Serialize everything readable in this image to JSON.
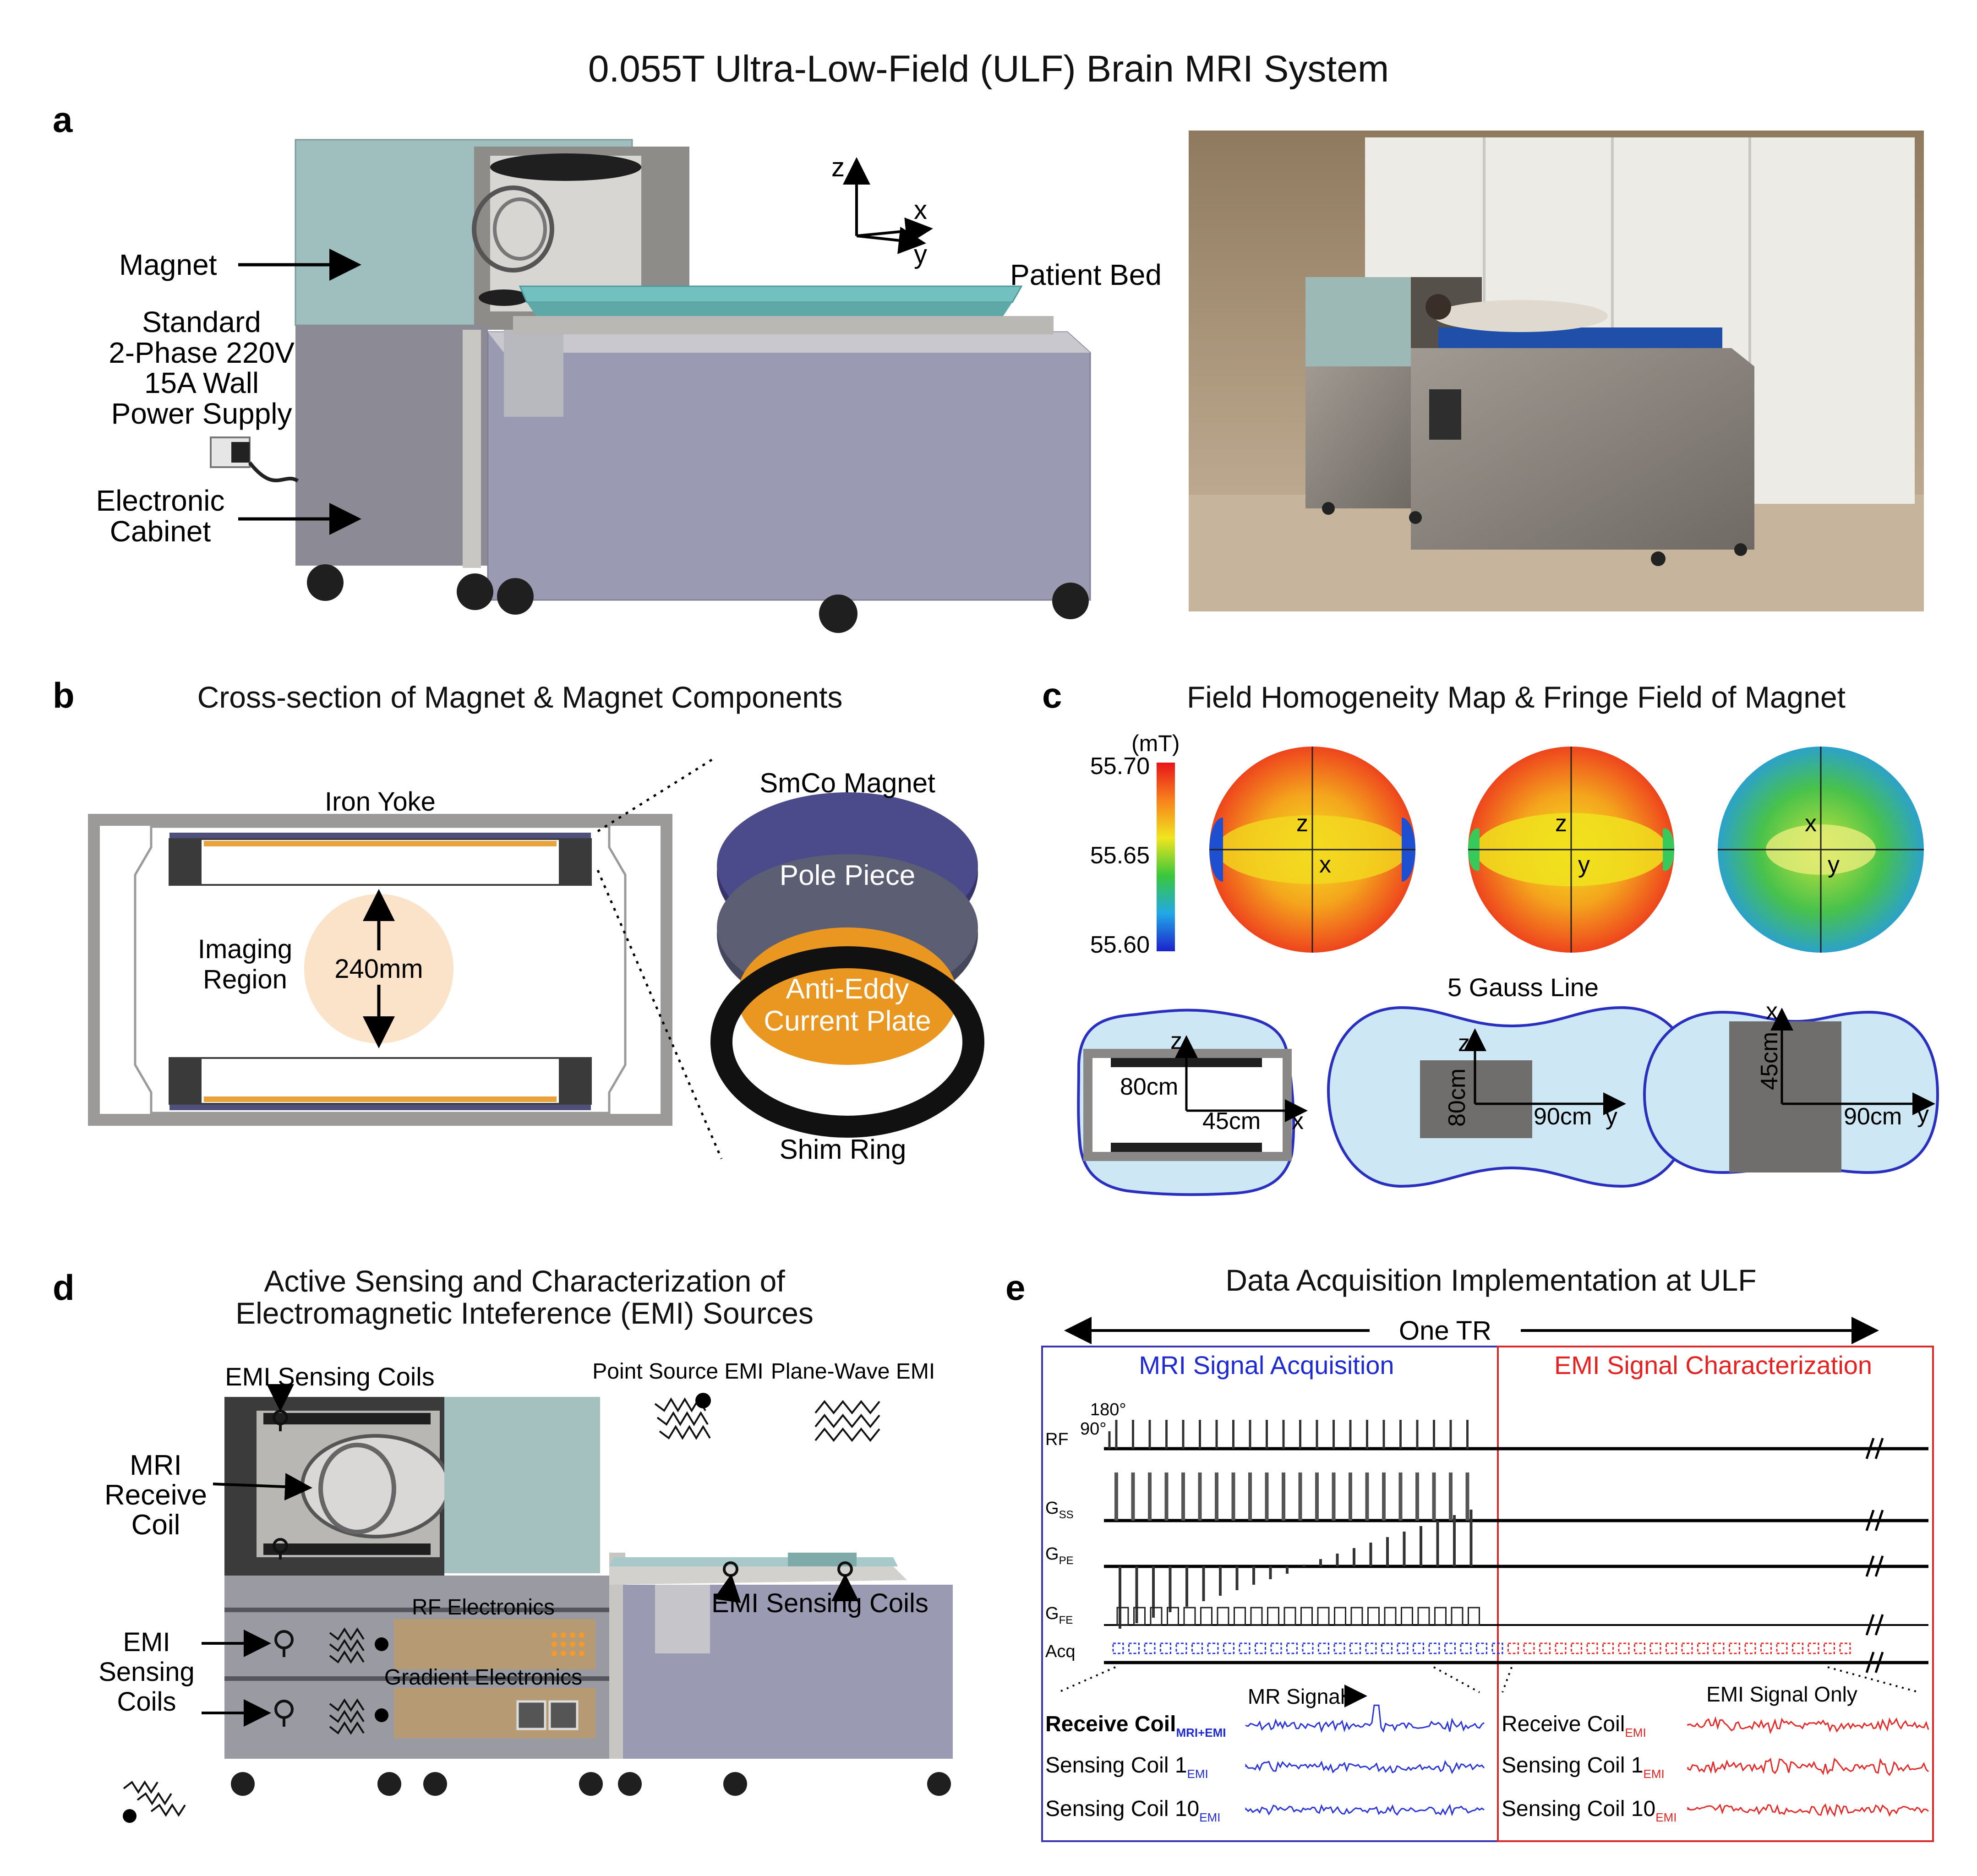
{
  "title": "0.055T Ultra-Low-Field (ULF) Brain MRI System",
  "panel_a": {
    "letter": "a",
    "labels": {
      "magnet": "Magnet",
      "power_1": "Standard",
      "power_2": "2-Phase 220V",
      "power_3": "15A Wall",
      "power_4": "Power Supply",
      "cabinet_1": "Electronic",
      "cabinet_2": "Cabinet",
      "patient_bed": "Patient Bed",
      "axis_z": "z",
      "axis_x": "x",
      "axis_y": "y"
    }
  },
  "panel_b": {
    "letter": "b",
    "title": "Cross-section of Magnet & Magnet Components",
    "iron_yoke": "Iron Yoke",
    "imaging_1": "Imaging",
    "imaging_2": "Region",
    "dimension": "240mm",
    "smco": "SmCo Magnet",
    "pole_piece": "Pole Piece",
    "plate_1": "Anti-Eddy",
    "plate_2": "Current Plate",
    "shim_ring": "Shim Ring"
  },
  "panel_c": {
    "letter": "c",
    "title": "Field Homogeneity Map & Fringe Field of Magnet",
    "unit": "(mT)",
    "colorbar_ticks": [
      "55.70",
      "55.65",
      "55.60"
    ],
    "map_axes": [
      {
        "v": "z",
        "h": "x"
      },
      {
        "v": "z",
        "h": "y"
      },
      {
        "v": "x",
        "h": "y"
      }
    ],
    "gauss_title": "5 Gauss Line",
    "fringe": [
      {
        "v": "z",
        "h": "x",
        "v_dim": "80cm",
        "h_dim": "45cm"
      },
      {
        "v": "z",
        "h": "y",
        "v_dim": "80cm",
        "h_dim": "90cm"
      },
      {
        "v": "x",
        "h": "y",
        "v_dim": "45cm",
        "h_dim": "90cm"
      }
    ]
  },
  "panel_d": {
    "letter": "d",
    "title_1": "Active Sensing and Characterization of",
    "title_2": "Electromagnetic Inteference (EMI) Sources",
    "emi_coils_top": "EMI Sensing Coils",
    "receive_1": "MRI",
    "receive_2": "Receive",
    "receive_3": "Coil",
    "point_source": "Point Source EMI",
    "plane_wave": "Plane-Wave EMI",
    "rf_electronics": "RF Electronics",
    "gradient_electronics": "Gradient Electronics",
    "emi_coils_right": "EMI Sensing Coils",
    "emi_left_1": "EMI",
    "emi_left_2": "Sensing",
    "emi_left_3": "Coils"
  },
  "panel_e": {
    "letter": "e",
    "title": "Data Acquisition Implementation at ULF",
    "one_tr": "One TR",
    "mri_acq": "MRI Signal Acquisition",
    "emi_char": "EMI Signal Characterization",
    "angle_90": "90°",
    "angle_180": "180°",
    "rows": [
      {
        "main": "RF",
        "sub": ""
      },
      {
        "main": "G",
        "sub": "SS"
      },
      {
        "main": "G",
        "sub": "PE"
      },
      {
        "main": "G",
        "sub": "FE"
      },
      {
        "main": "Acq",
        "sub": ""
      }
    ],
    "mr_signal": "MR Signal",
    "emi_only": "EMI Signal Only",
    "left_signals": [
      {
        "main": "Receive Coil",
        "sub": "MRI+EMI"
      },
      {
        "main": "Sensing Coil 1",
        "sub": "EMI"
      },
      {
        "main": "Sensing Coil 10",
        "sub": "EMI"
      }
    ],
    "right_signals": [
      {
        "main": "Receive Coil",
        "sub": "EMI"
      },
      {
        "main": "Sensing Coil 1",
        "sub": "EMI"
      },
      {
        "main": "Sensing Coil 10",
        "sub": "EMI"
      }
    ]
  }
}
